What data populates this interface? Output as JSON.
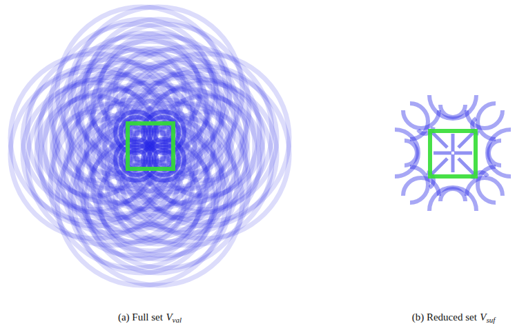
{
  "diagram": {
    "labels": [
      "(a) Full set",
      "V",
      "val",
      "(b) Reduced set",
      "V",
      "suf"
    ]
  }
}
